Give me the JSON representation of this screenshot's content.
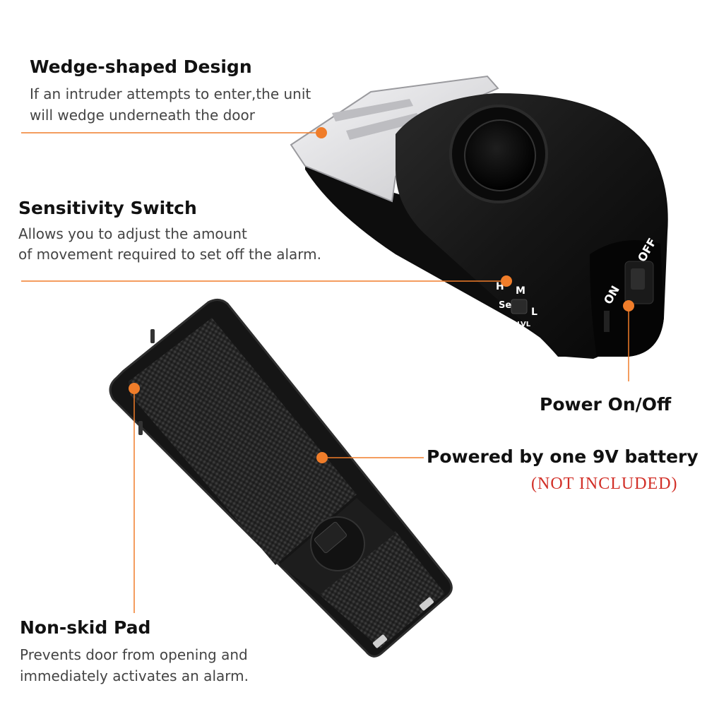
{
  "features": {
    "wedge": {
      "title": "Wedge-shaped Design",
      "lines": [
        "If  an intruder attempts to enter,the unit",
        "will wedge underneath the door"
      ]
    },
    "sensitivity": {
      "title": "Sensitivity Switch",
      "lines": [
        "Allows you to adjust the amount",
        "of movement required to set off the alarm."
      ]
    },
    "power": {
      "title": "Power On/Off"
    },
    "battery": {
      "title": "Powered by one 9V battery",
      "note": "(NOT INCLUDED)"
    },
    "pad": {
      "title": "Non-skid Pad",
      "lines": [
        "Prevents door from opening and",
        "immediately activates an alarm."
      ]
    }
  },
  "device": {
    "on_label": "ON",
    "off_label": "OFF",
    "sens_h": "H",
    "sens_m": "M",
    "sens_l": "L",
    "sens_se": "Se",
    "sens_lvl": "LVL"
  },
  "colors": {
    "accent": "#f07d2a",
    "body": "#141414",
    "metal": "#e8e8ea",
    "note": "#d22f27"
  }
}
